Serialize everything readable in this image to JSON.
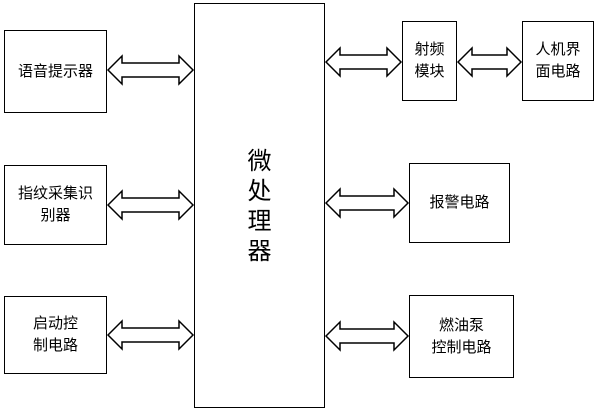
{
  "modules": {
    "voice_prompt": {
      "line1": "语音提示器",
      "line2": ""
    },
    "fingerprint": {
      "line1": "指纹采集识",
      "line2": "别器"
    },
    "start_control": {
      "line1": "启动控",
      "line2": "制电路"
    },
    "microprocessor": {
      "label": "微处理器"
    },
    "rf_module": {
      "line1": "射频",
      "line2": "模块"
    },
    "hmi": {
      "line1": "人机界",
      "line2": "面电路"
    },
    "alarm": {
      "line1": "报警电路",
      "line2": ""
    },
    "fuel_pump": {
      "line1": "燃油泵",
      "line2": "控制电路"
    }
  },
  "connections": [
    {
      "from": "voice_prompt",
      "to": "microprocessor",
      "type": "bidirectional"
    },
    {
      "from": "fingerprint",
      "to": "microprocessor",
      "type": "bidirectional"
    },
    {
      "from": "start_control",
      "to": "microprocessor",
      "type": "bidirectional"
    },
    {
      "from": "microprocessor",
      "to": "rf_module",
      "type": "bidirectional"
    },
    {
      "from": "rf_module",
      "to": "hmi",
      "type": "bidirectional"
    },
    {
      "from": "microprocessor",
      "to": "alarm",
      "type": "bidirectional"
    },
    {
      "from": "microprocessor",
      "to": "fuel_pump",
      "type": "bidirectional"
    }
  ]
}
